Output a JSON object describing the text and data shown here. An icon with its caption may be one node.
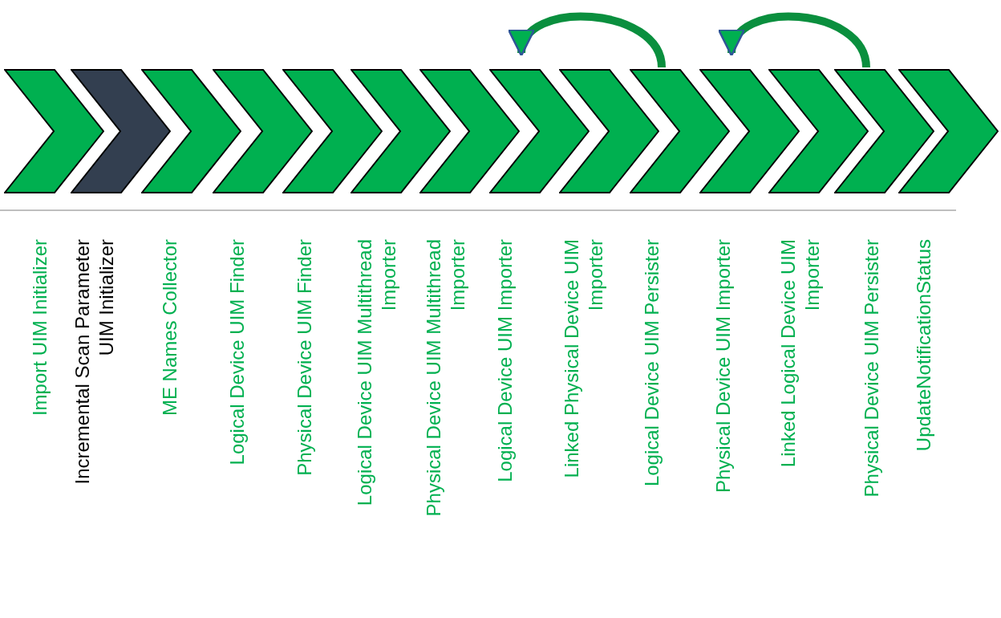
{
  "diagram": {
    "nodes": [
      {
        "text": [],
        "shape": "chevron",
        "beside": [
          "Import UIM Initializer"
        ]
      },
      {
        "text": [],
        "shape": "chevron",
        "beside": [
          "Incremental Scan Parameter UIM Initializer"
        ]
      },
      {
        "text": [],
        "shape": "chevron",
        "beside": [
          "ME Names Collector"
        ]
      },
      {
        "text": [],
        "shape": "chevron",
        "beside": [
          "Logical Device UIM Finder"
        ]
      },
      {
        "text": [],
        "shape": "chevron",
        "beside": [
          "Physical Device UIM Finder"
        ]
      },
      {
        "text": [],
        "shape": "chevron",
        "beside": [
          "Logical Device UIM Multithread Importer"
        ]
      },
      {
        "text": [],
        "shape": "chevron",
        "beside": [
          "Physical Device UIM Multithread Importer"
        ]
      },
      {
        "text": [],
        "shape": "chevron",
        "beside": [
          "Logical Device UIM Importer"
        ]
      },
      {
        "text": [],
        "shape": "chevron",
        "beside": [
          "Linked Physical Device UIM Importer"
        ]
      },
      {
        "text": [],
        "shape": "chevron",
        "beside": [
          "Logical Device UIM Persister"
        ]
      },
      {
        "text": [],
        "shape": "chevron",
        "beside": [
          "Physical Device UIM Importer"
        ]
      },
      {
        "text": [],
        "shape": "chevron",
        "beside": [
          "Linked Logical Device UIM Importer"
        ]
      },
      {
        "text": [],
        "shape": "chevron",
        "beside": [
          "Physical Device UIM Persister"
        ]
      },
      {
        "text": [],
        "shape": "chevron",
        "beside": [
          "UpdateNotificationStatus"
        ]
      }
    ],
    "edges": [
      {
        "from": 9,
        "to": 7,
        "arrow": "to"
      },
      {
        "from": 12,
        "to": 10,
        "arrow": "to"
      }
    ]
  }
}
